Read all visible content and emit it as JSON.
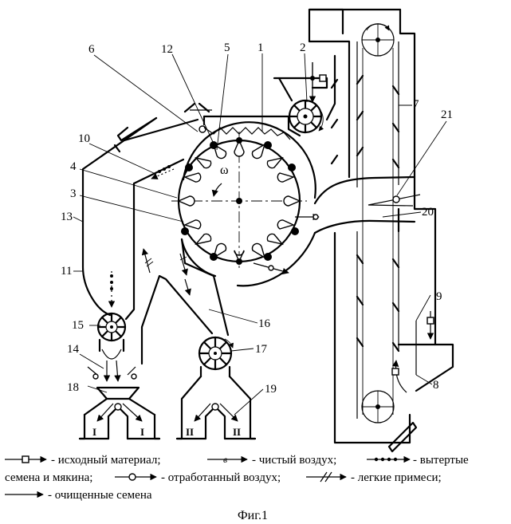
{
  "figure": {
    "caption": "Фиг.1",
    "rotor_direction_symbol": "ω",
    "callouts": [
      {
        "id": "1",
        "text": "1"
      },
      {
        "id": "2",
        "text": "2"
      },
      {
        "id": "3",
        "text": "3"
      },
      {
        "id": "4",
        "text": "4"
      },
      {
        "id": "5",
        "text": "5"
      },
      {
        "id": "6",
        "text": "6"
      },
      {
        "id": "7",
        "text": "7"
      },
      {
        "id": "8",
        "text": "8"
      },
      {
        "id": "9",
        "text": "9"
      },
      {
        "id": "10",
        "text": "10"
      },
      {
        "id": "11",
        "text": "11"
      },
      {
        "id": "12",
        "text": "12"
      },
      {
        "id": "13",
        "text": "13"
      },
      {
        "id": "14",
        "text": "14"
      },
      {
        "id": "15",
        "text": "15"
      },
      {
        "id": "16",
        "text": "16"
      },
      {
        "id": "17",
        "text": "17"
      },
      {
        "id": "18",
        "text": "18"
      },
      {
        "id": "19",
        "text": "19"
      },
      {
        "id": "20",
        "text": "20"
      },
      {
        "id": "21",
        "text": "21"
      }
    ],
    "bins": [
      {
        "id": "bin-1a",
        "text": "I"
      },
      {
        "id": "bin-1b",
        "text": "I"
      },
      {
        "id": "bin-2a",
        "text": "II"
      },
      {
        "id": "bin-2b",
        "text": "II"
      }
    ]
  },
  "legend": {
    "items": [
      {
        "symbol": "square-arrow",
        "text": "- исходный материал;"
      },
      {
        "symbol": "v-arrow",
        "text": "- чистый воздух;"
      },
      {
        "symbol": "dots-arrow",
        "text": "- вытертые"
      },
      {
        "symbol": "none",
        "text": "семена и мякина;"
      },
      {
        "symbol": "circle-arrow",
        "text": "- отработанный воздух;"
      },
      {
        "symbol": "slash-arrow",
        "text": "- легкие примеси;"
      },
      {
        "symbol": "plain-arrow",
        "text": "- очищенные семена"
      }
    ]
  }
}
